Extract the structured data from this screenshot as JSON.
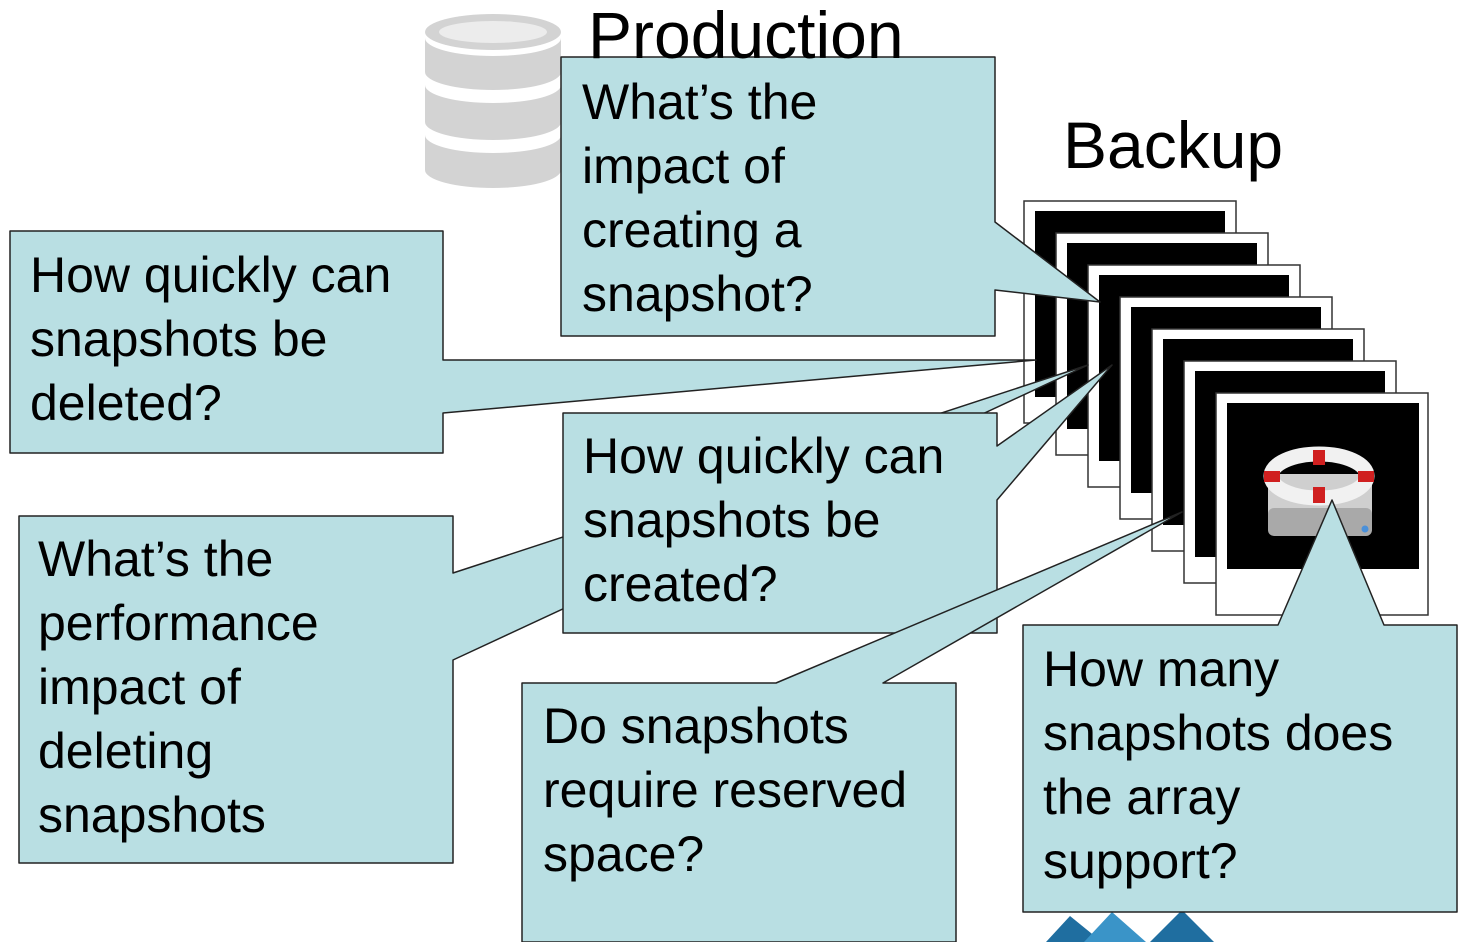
{
  "labels": {
    "production": "Production",
    "backup": "Backup"
  },
  "callouts": {
    "impact_of_creating": "What’s the\nimpact of\ncreating a\nsnapshot?",
    "delete_speed": "How quickly can\nsnapshots be\ndeleted?",
    "create_speed": "How quickly can\nsnapshots be\ncreated?",
    "delete_performance": "What’s the\nperformance\nimpact of\ndeleting\nsnapshots",
    "reserved_space": "Do snapshots\nrequire reserved\nspace?",
    "snapshot_count": "How many\nsnapshots does\nthe array\nsupport?"
  },
  "colors": {
    "callout_fill": "#b9dfe3",
    "callout_stroke": "#222222",
    "database_fill": "#d3d3d3",
    "frame_fill": "#000000",
    "lifebuoy_red": "#d02020"
  },
  "icons": {
    "production": "database-icon",
    "backup": "lifebuoy-icon"
  }
}
